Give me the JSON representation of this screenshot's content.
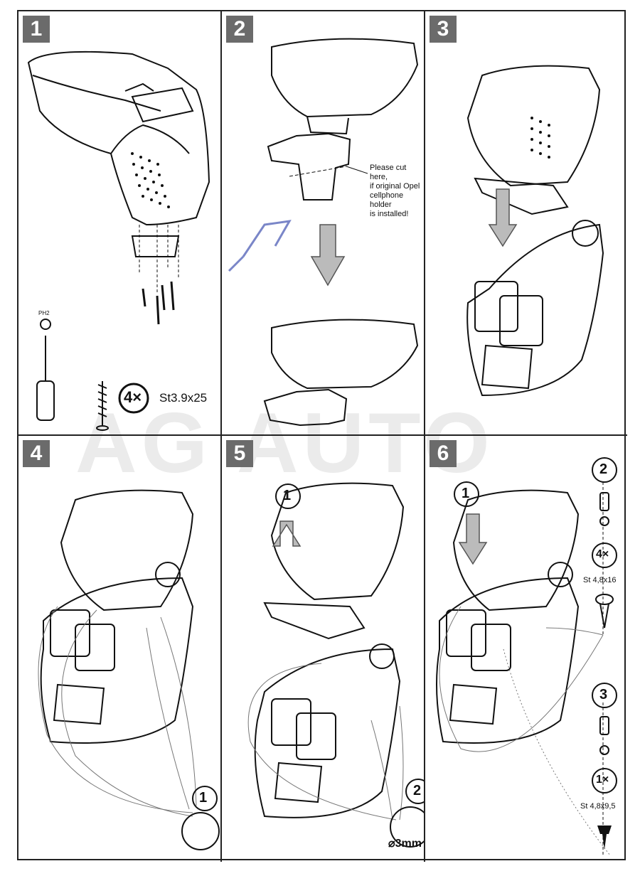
{
  "watermark": "AG AUTO",
  "steps": [
    "1",
    "2",
    "3",
    "4",
    "5",
    "6"
  ],
  "step1": {
    "tool_label": "PH2",
    "screw_qty": "4×",
    "screw_spec": "St3.9x25"
  },
  "step2": {
    "note_lines": [
      "Please cut here,",
      "if original Opel",
      "cellphone holder",
      "is installed!"
    ]
  },
  "step4": {
    "sub_step": "1"
  },
  "step5": {
    "sub_step_1": "1",
    "sub_step_2": "2",
    "drill_spec": "⌀3mm"
  },
  "step6": {
    "sub_step_1": "1",
    "sub_step_2": "2",
    "qty_a": "4×",
    "screw_a": "St 4,8x16",
    "sub_step_3": "3",
    "qty_b": "1×",
    "screw_b": "St 4,8x9,5"
  }
}
